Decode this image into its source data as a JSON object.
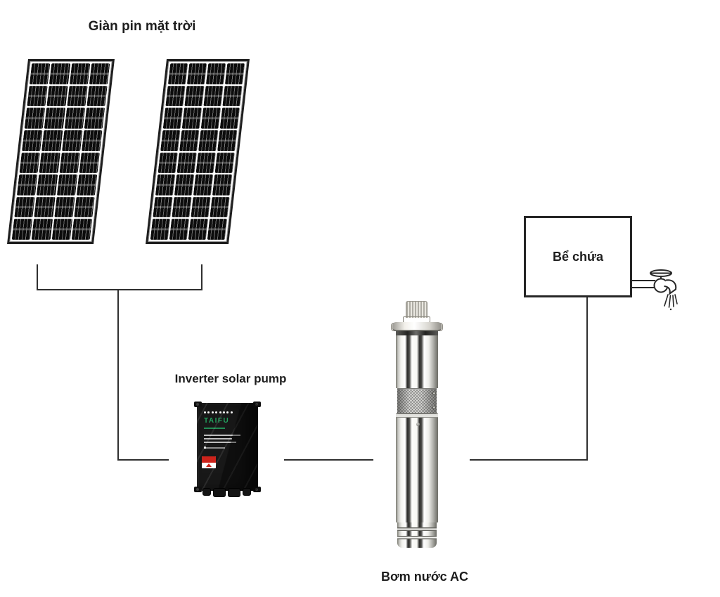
{
  "diagram": {
    "type": "solar-pump-system-flow-diagram",
    "labels": {
      "solar": "Giàn pin mặt trời",
      "inverter": "Inverter solar pump",
      "pump": "Bơm nước AC",
      "tank": "Bể chứa",
      "brand": "TAIFU"
    },
    "nodes": [
      {
        "id": "solar-array",
        "label": "Giàn pin mặt trời",
        "description": "two tilted photovoltaic panels"
      },
      {
        "id": "inverter",
        "label": "Inverter solar pump",
        "brand": "TAIFU",
        "description": "black wall-mount inverter box with red warning label and cable glands"
      },
      {
        "id": "pump",
        "label": "Bơm nước AC",
        "description": "stainless-steel submersible water pump"
      },
      {
        "id": "tank",
        "label": "Bể chứa",
        "description": "storage tank outline with faucet pouring water"
      }
    ],
    "edges": [
      {
        "from": "solar-array",
        "to": "inverter"
      },
      {
        "from": "inverter",
        "to": "pump"
      },
      {
        "from": "pump",
        "to": "tank"
      }
    ],
    "panels": {
      "count": 2,
      "rows": 8,
      "cols": 4
    },
    "colors": {
      "line": "#2f2f2f",
      "text": "#1d1d1d",
      "brand_green": "#23a15e",
      "label_red": "#cc231b",
      "background": "#ffffff"
    }
  }
}
